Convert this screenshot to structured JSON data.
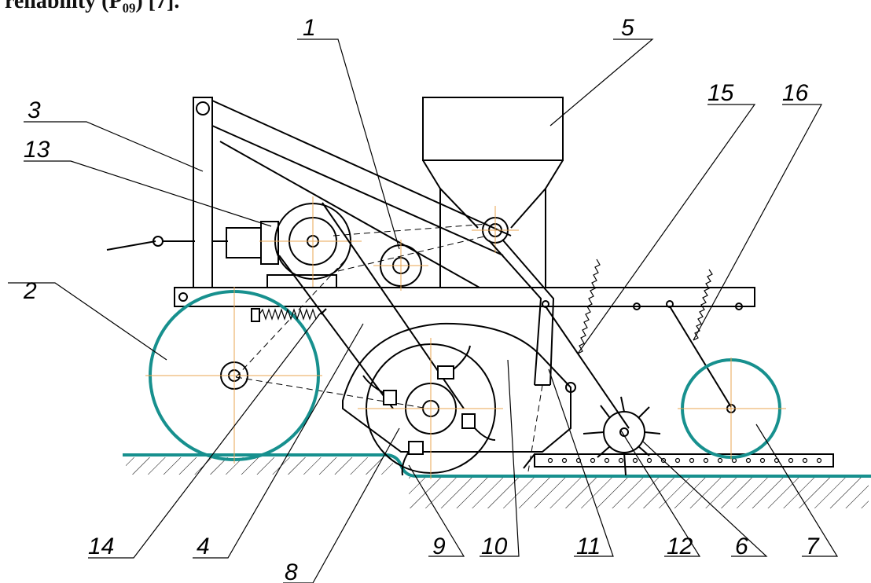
{
  "header": {
    "text": "reliability (P₀₉) [7]."
  },
  "callouts": [
    {
      "id": "1",
      "label": "1"
    },
    {
      "id": "2",
      "label": "2"
    },
    {
      "id": "3",
      "label": "3"
    },
    {
      "id": "4",
      "label": "4"
    },
    {
      "id": "5",
      "label": "5"
    },
    {
      "id": "6",
      "label": "6"
    },
    {
      "id": "7",
      "label": "7"
    },
    {
      "id": "8",
      "label": "8"
    },
    {
      "id": "9",
      "label": "9"
    },
    {
      "id": "10",
      "label": "10"
    },
    {
      "id": "11",
      "label": "11"
    },
    {
      "id": "12",
      "label": "12"
    },
    {
      "id": "13",
      "label": "13"
    },
    {
      "id": "14",
      "label": "14"
    },
    {
      "id": "15",
      "label": "15"
    },
    {
      "id": "16",
      "label": "16"
    }
  ],
  "colors": {
    "outline": "#17908e",
    "centerline": "#e8a552",
    "line": "#000000"
  }
}
